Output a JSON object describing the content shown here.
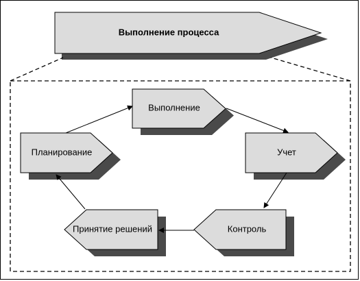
{
  "diagram": {
    "title": "Выполнение процесса",
    "nodes": [
      {
        "id": "execution",
        "label": "Выполнение"
      },
      {
        "id": "accounting",
        "label": "Учет"
      },
      {
        "id": "control",
        "label": "Контроль"
      },
      {
        "id": "decision",
        "label": "Принятие решений"
      },
      {
        "id": "planning",
        "label": "Планирование"
      }
    ],
    "edges": [
      {
        "from": "planning",
        "to": "execution"
      },
      {
        "from": "execution",
        "to": "accounting"
      },
      {
        "from": "accounting",
        "to": "control"
      },
      {
        "from": "control",
        "to": "decision"
      },
      {
        "from": "decision",
        "to": "planning"
      }
    ],
    "colors": {
      "fill": "#dcdcdc",
      "shadow": "#4a4a4a",
      "stroke": "#000000"
    }
  }
}
